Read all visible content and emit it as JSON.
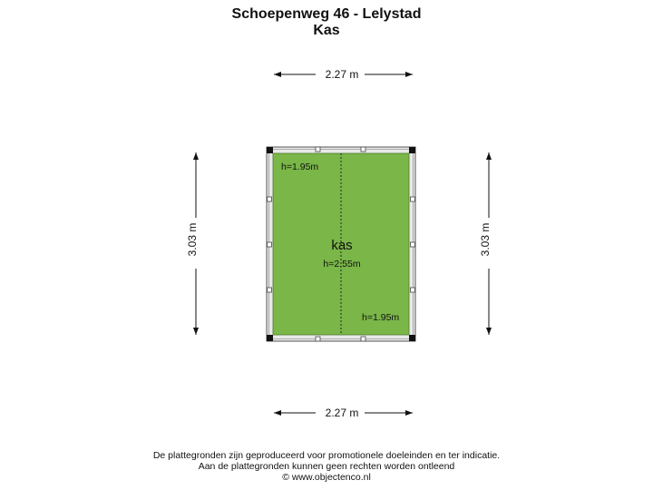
{
  "header": {
    "address": "Schoepenweg 46 - Lelystad",
    "floor_name": "Kas"
  },
  "dimensions": {
    "width_top": "2.27 m",
    "width_bottom": "2.27 m",
    "height_left": "3.03 m",
    "height_right": "3.03 m"
  },
  "room": {
    "name": "kas",
    "height_center": "h=2.55m",
    "height_top_left": "h=1.95m",
    "height_bottom_right": "h=1.95m",
    "fill_color": "#7ab648"
  },
  "footer": {
    "line1": "De plattegronden zijn geproduceerd voor promotionele doeleinden en ter indicatie.",
    "line2": "Aan de plattegronden kunnen geen rechten worden ontleend",
    "line3": "© www.objectenco.nl"
  }
}
